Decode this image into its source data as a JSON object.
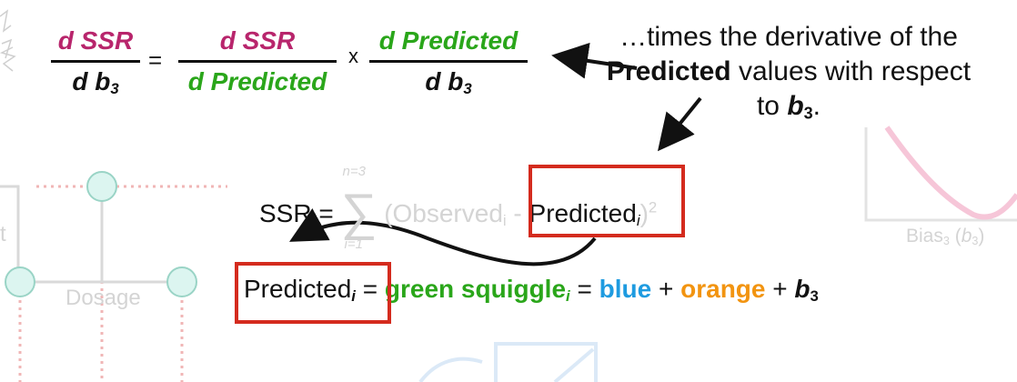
{
  "formula": {
    "lhs_num": "d SSR",
    "lhs_den_pre": "d b",
    "lhs_den_sub": "3",
    "equals": "=",
    "mid_num": "d SSR",
    "mid_den": "d Predicted",
    "times": "x",
    "rhs_num": "d Predicted",
    "rhs_den_pre": "d b",
    "rhs_den_sub": "3"
  },
  "note": {
    "part1": "…times the derivative of the ",
    "bold": "Predicted",
    "part2": " values with respect to ",
    "b_pre": "b",
    "b_sub": "3",
    "end": "."
  },
  "ssr": {
    "lhs": "SSR = ",
    "sum_top": "n=3",
    "sum_bottom": "i=1",
    "sum_symbol": "∑",
    "obs": "(Observed",
    "obs_sub": "i",
    "minus": " - ",
    "pred": "Predicted",
    "pred_sub": "i",
    "close": ")",
    "power": "2"
  },
  "pred_eq": {
    "pred": "Predicted",
    "pred_sub": "i",
    "eq1": " = ",
    "green": "green squiggle",
    "green_sub": "i",
    "eq2": " = ",
    "blue": "blue",
    "plus1": " + ",
    "orange": "orange",
    "plus2": " + ",
    "b_pre": "b",
    "b_sub": "3"
  },
  "background": {
    "dosage_label": "Dosage",
    "axis_letter": "t",
    "bias_pre": "Bias",
    "bias_sub": "3",
    "bias_paren_open": " (",
    "bias_b": "b",
    "bias_b_sub": "3",
    "bias_paren_close": ")"
  },
  "colors": {
    "magenta": "#b8256c",
    "green": "#2aa61a",
    "blue": "#1e9be0",
    "orange": "#f29410",
    "red": "#d42b1e"
  }
}
